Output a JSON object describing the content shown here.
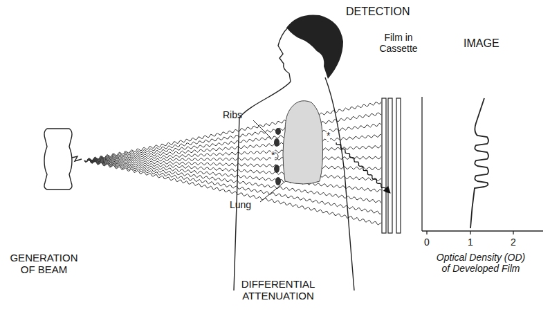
{
  "diagram": {
    "labels": [
      "DETECTION",
      "Film in Cassette",
      "IMAGE",
      "Ribs",
      "*",
      "*",
      "Lung",
      "GENERATION OF BEAM",
      "0",
      "1",
      "2",
      "Optical Density (OD) of Developed Film",
      "DIFFERENTIAL ATTENUATION"
    ]
  }
}
